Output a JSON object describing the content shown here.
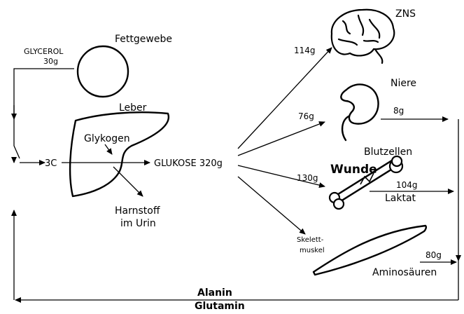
{
  "tissues": {
    "adipose": "Fettgewebe",
    "liver": "Leber",
    "glycogen": "Glykogen",
    "brain": "ZNS",
    "kidney": "Niere",
    "blood_cells": "Blutzellen",
    "wound": "Wunde",
    "muscle_line1": "Skelett-",
    "muscle_line2": "muskel"
  },
  "metabolites": {
    "glycerol": "GLYCEROL",
    "glycerol_amount": "30g",
    "three_c": "3C",
    "glucose": "GLUKOSE 320g",
    "urea_line1": "Harnstoff",
    "urea_line2": "im Urin",
    "lactate": "Laktat",
    "amino_acids": "Aminosäuren",
    "alanine": "Alanin",
    "glutamine": "Glutamin"
  },
  "flows": {
    "to_brain": "114g",
    "to_kidney": "76g",
    "to_wound": "130g",
    "from_kidney": "8g",
    "lactate_amount": "104g",
    "amino_amount": "80g"
  },
  "colors": {
    "ink": "#000000",
    "background": "#ffffff"
  }
}
